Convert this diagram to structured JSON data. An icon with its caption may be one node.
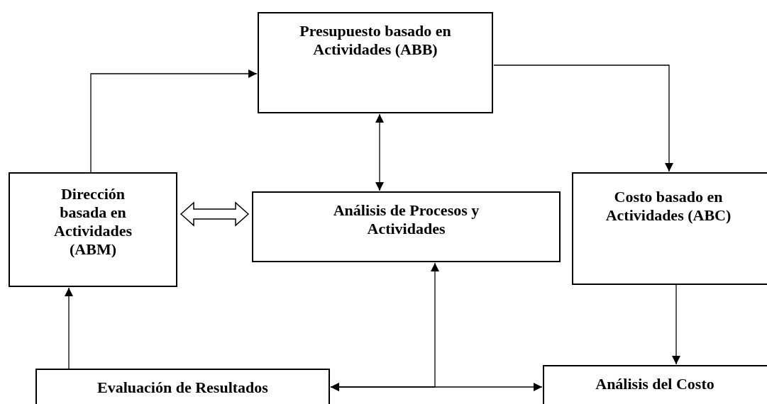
{
  "diagram": {
    "nodes": [
      {
        "text": [
          "Presupuesto basado en Actividades (ABB)"
        ]
      },
      {
        "text": [
          "Dirección basada en Actividades (ABM)"
        ]
      },
      {
        "text": [
          "Análisis de Procesos y Actividades"
        ]
      },
      {
        "text": [
          "Costo basado en Actividades (ABC)"
        ]
      },
      {
        "text": [
          "Evaluación de Resultados"
        ]
      },
      {
        "text": [
          "Análisis del Costo"
        ]
      }
    ],
    "edges": [
      {
        "from": 1,
        "to": 0,
        "arrow": "to"
      },
      {
        "from": 0,
        "to": 3,
        "arrow": "to"
      },
      {
        "from": 0,
        "to": 2,
        "arrow": "both"
      },
      {
        "from": 1,
        "to": 2,
        "arrow": "both",
        "style": "thick"
      },
      {
        "from": 4,
        "to": 1,
        "arrow": "to"
      },
      {
        "from": 3,
        "to": 5,
        "arrow": "to"
      },
      {
        "from": 4,
        "to": 2,
        "arrow": "both"
      },
      {
        "from": 4,
        "to": 5,
        "arrow": "both"
      }
    ]
  }
}
